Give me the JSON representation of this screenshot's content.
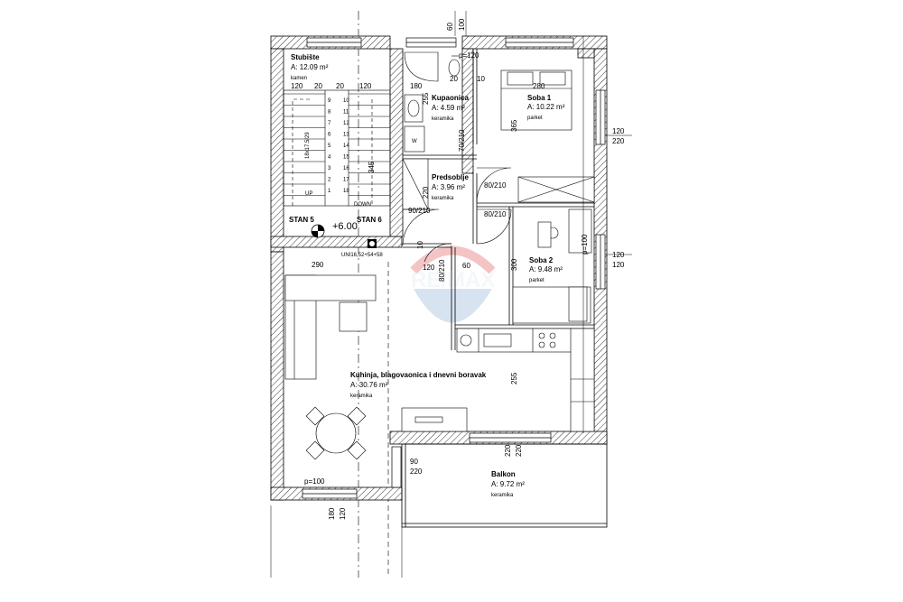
{
  "rooms": {
    "stubiste": {
      "name": "Stubište",
      "area": "A: 12.09 m²",
      "material": "kamen"
    },
    "kupaonica": {
      "name": "Kupaonica",
      "area": "A: 4.59 m²",
      "material": "keramika"
    },
    "soba1": {
      "name": "Soba 1",
      "area": "A: 10.22 m²",
      "material": "parket"
    },
    "predsoblje": {
      "name": "Predsoblje",
      "area": "A: 3.96 m²",
      "material": "keramika"
    },
    "soba2": {
      "name": "Soba 2",
      "area": "A: 9.48 m²",
      "material": "parket"
    },
    "kuhinja": {
      "name": "Kuhinja, blagovaonica i dnevni boravak",
      "area": "A: 30.76 m²",
      "material": "keramika"
    },
    "balkon": {
      "name": "Balkon",
      "area": "A: 9.72 m²",
      "material": "keramika"
    }
  },
  "labels": {
    "stan5": "STAN 5",
    "stan6": "STAN 6",
    "level": "+6.00",
    "chimney": "UNI16,52+54+58",
    "up": "UP",
    "down": "DOWN",
    "w": "W",
    "stair_spec": "18x17.5/29",
    "watermark": "RE/MAX"
  },
  "dimensions": {
    "top_60": "60",
    "top_100": "100",
    "p120": "p=120",
    "d180": "180",
    "d20_top": "20",
    "d280": "280",
    "d120_a": "120",
    "d20_a": "20",
    "d20_b": "20",
    "d120_b": "120",
    "d255_bath": "255",
    "d365": "365",
    "d345": "345",
    "d70_210": "70/210",
    "d220_pred": "220",
    "d90_210": "90/210",
    "d80_210_a": "80/210",
    "d80_210_b": "80/210",
    "d120_r1": "120",
    "d220_r1": "220",
    "d120_r2": "120",
    "d120_r3": "120",
    "pe100_s2": "p=100",
    "d10_a": "10",
    "d10_b": "10",
    "d290": "290",
    "d120_mid": "120",
    "d80_210_v": "80/210",
    "d60_mid": "60",
    "d300": "300",
    "d255_kit": "255",
    "d220_b1": "220",
    "d220_b2": "220",
    "d90_bal": "90",
    "d220_bal": "220",
    "p100_liv": "p=100",
    "d180_bot": "180",
    "d120_bot": "120"
  },
  "stair_numbers": [
    "10",
    "11",
    "12",
    "13",
    "14",
    "15",
    "16",
    "17",
    "18"
  ],
  "stair_numbers_left": [
    "9",
    "8",
    "7",
    "6",
    "5",
    "4",
    "3",
    "2",
    "1"
  ]
}
